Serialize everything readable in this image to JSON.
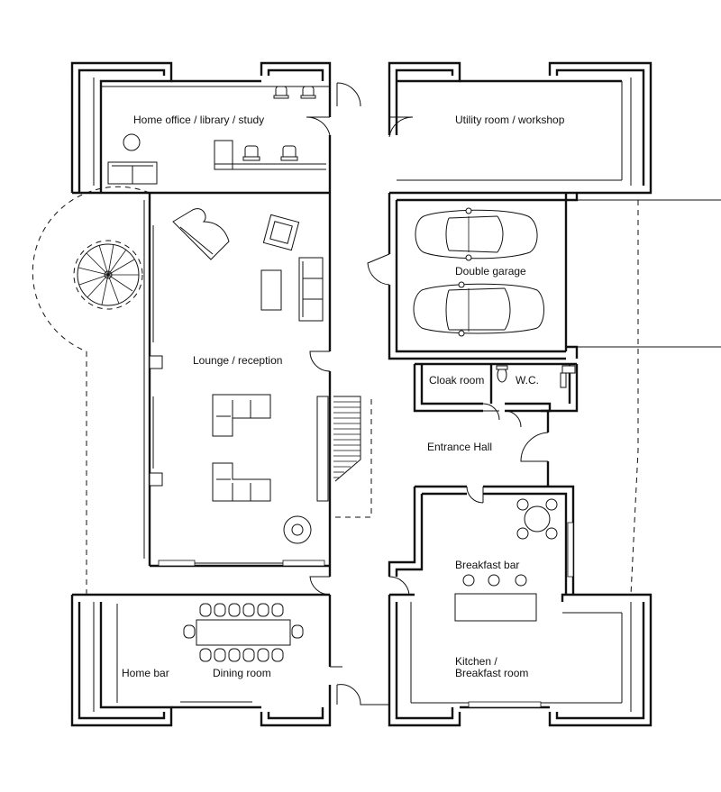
{
  "plan": {
    "rooms": [
      {
        "id": "home-office",
        "label": "Home office / library / study"
      },
      {
        "id": "utility",
        "label": "Utility room / workshop"
      },
      {
        "id": "garage",
        "label": "Double garage"
      },
      {
        "id": "lounge",
        "label": "Lounge / reception"
      },
      {
        "id": "cloak",
        "label": "Cloak room"
      },
      {
        "id": "wc",
        "label": "W.C."
      },
      {
        "id": "hall",
        "label": "Entrance Hall"
      },
      {
        "id": "breakfast-bar",
        "label": "Breakfast bar"
      },
      {
        "id": "home-bar",
        "label": "Home bar"
      },
      {
        "id": "dining",
        "label": "Dining room"
      },
      {
        "id": "kitchen",
        "label": "Kitchen /",
        "label2": "Breakfast room"
      }
    ]
  }
}
